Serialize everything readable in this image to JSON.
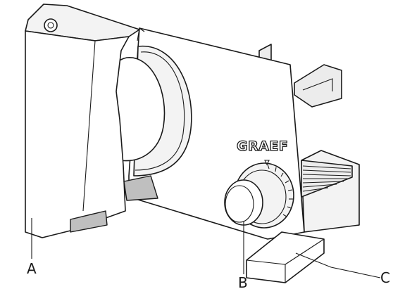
{
  "brand": "GRAEF",
  "callouts": {
    "a": "A",
    "b": "B",
    "c": "C"
  }
}
